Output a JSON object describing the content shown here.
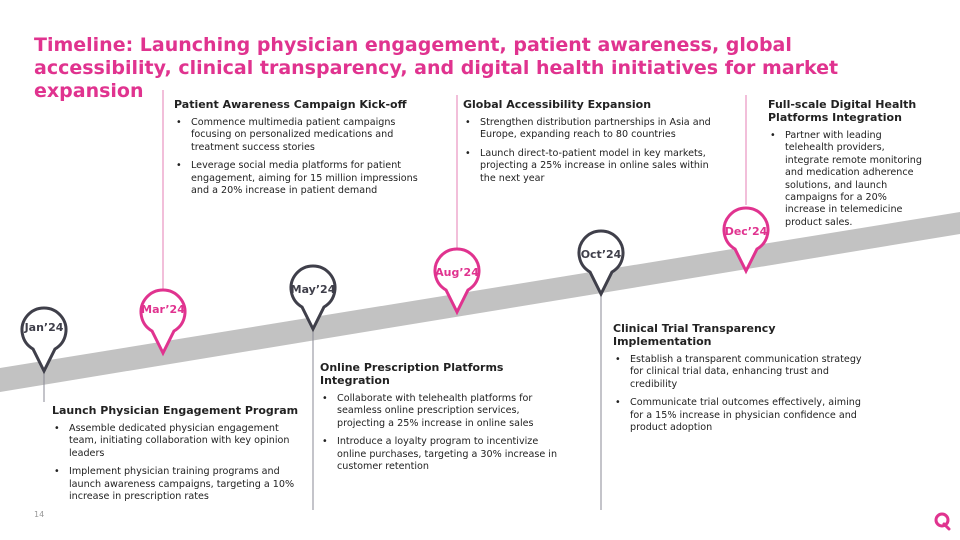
{
  "title": "Timeline: Launching physician engagement, patient awareness, global accessibility, clinical transparency, and digital health initiatives for market expansion",
  "page_number": "14",
  "milestones": [
    {
      "date": "Jan’24",
      "heading": "Launch Physician Engagement Program",
      "bullets": [
        "Assemble dedicated physician engagement team, initiating collaboration with key opinion leaders",
        "Implement physician training programs and launch awareness campaigns, targeting a 10% increase in prescription rates"
      ]
    },
    {
      "date": "Mar’24",
      "heading": "Patient Awareness Campaign Kick-off",
      "bullets": [
        "Commence multimedia patient campaigns focusing on personalized medications and treatment success stories",
        "Leverage social media platforms for patient engagement, aiming for 15 million impressions and a 20% increase in patient demand"
      ]
    },
    {
      "date": "May’24",
      "heading": "Online Prescription Platforms Integration",
      "bullets": [
        "Collaborate with telehealth platforms for seamless online prescription services, projecting a 25% increase in online sales",
        "Introduce a loyalty program to incentivize online purchases, targeting a 30% increase in customer retention"
      ]
    },
    {
      "date": "Aug’24",
      "heading": "Global Accessibility Expansion",
      "bullets": [
        "Strengthen distribution partnerships in Asia and Europe, expanding reach to 80 countries",
        "Launch direct-to-patient model in key markets, projecting a 25% increase in online sales within the next year"
      ]
    },
    {
      "date": "Oct’24",
      "heading": "Clinical Trial Transparency Implementation",
      "bullets": [
        "Establish a transparent communication strategy for clinical trial data, enhancing trust and credibility",
        "Communicate trial outcomes effectively, aiming for a 15% increase in physician confidence and product adoption"
      ]
    },
    {
      "date": "Dec’24",
      "heading": "Full-scale Digital Health Platforms Integration",
      "bullets": [
        "Partner with leading telehealth providers, integrate remote monitoring and medication adherence solutions, and launch campaigns for a 20% increase in telemedicine product sales."
      ]
    }
  ],
  "colors": {
    "accent": "#e0338f",
    "dark": "#3f3f4a",
    "band": "#c2c2c2",
    "text": "#222222"
  }
}
